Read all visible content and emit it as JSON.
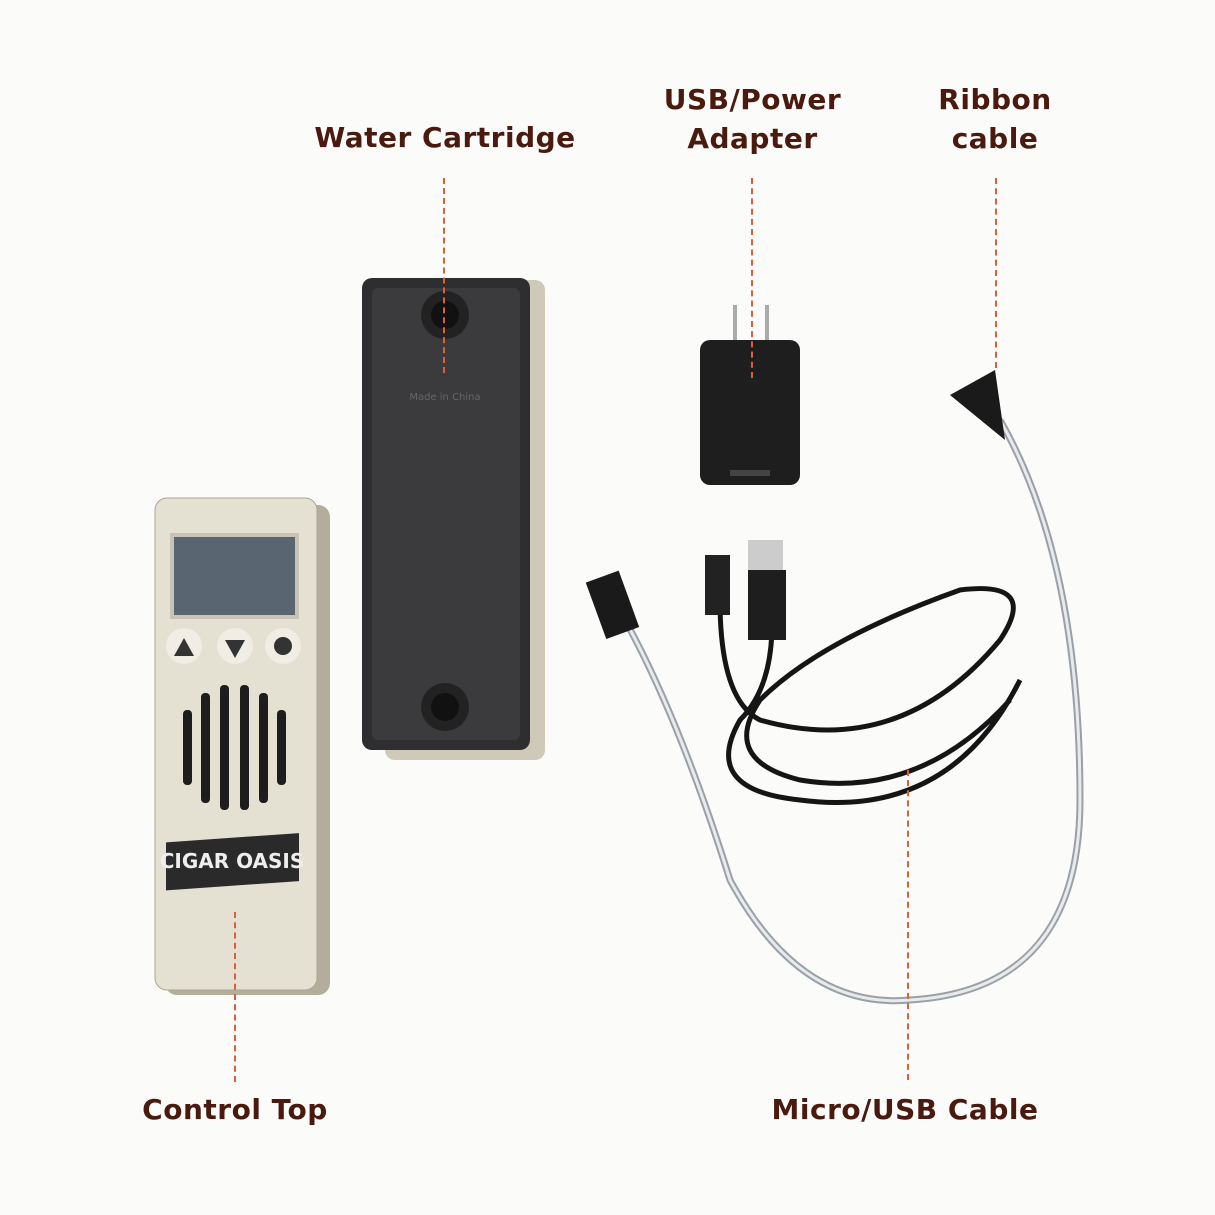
{
  "labels": {
    "water_cartridge": "Water Cartridge",
    "usb_power_adapter_line1": "USB/Power",
    "usb_power_adapter_line2": "Adapter",
    "ribbon_cable_line1": "Ribbon",
    "ribbon_cable_line2": "cable",
    "control_top": "Control Top",
    "micro_usb_cable": "Micro/USB Cable"
  },
  "product_markings": {
    "brand_logo": "CIGAR OASIS",
    "cartridge_text": "Made in China"
  },
  "colors": {
    "label_text": "#4a1a0e",
    "leader_line": "#d9603a",
    "background": "#fbfbfa"
  },
  "icons": [
    "up-arrow-button",
    "down-arrow-button",
    "circle-button"
  ]
}
